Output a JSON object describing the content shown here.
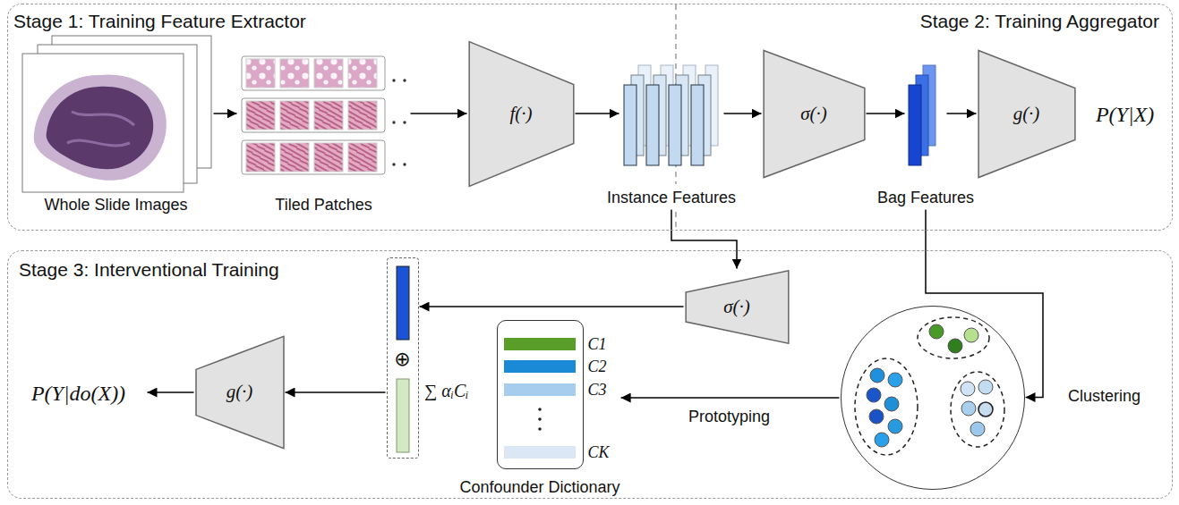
{
  "diagram": {
    "nodes": [
      {
        "text": [
          "Stage 1: Training Feature Extractor",
          "Stage 2: Training Aggregator"
        ]
      },
      {
        "text": [
          "Whole Slide Images"
        ],
        "in": 0
      },
      {
        "text": [
          "Tiled Patches"
        ],
        "in": 0
      },
      {
        "text": [
          "f(·)"
        ],
        "in": 0
      },
      {
        "text": [
          "Instance Features"
        ],
        "in": 0
      },
      {
        "text": [
          "σ(·)"
        ],
        "in": 0
      },
      {
        "text": [
          "Bag Features"
        ],
        "in": 0
      },
      {
        "text": [
          "g(·)"
        ],
        "in": 0
      },
      {
        "text": [
          "P(Y|X)"
        ],
        "in": 0
      },
      {
        "text": [
          "Stage 3: Interventional Training"
        ]
      },
      {
        "text": [
          "P(Y|do(X))"
        ],
        "in": 9
      },
      {
        "text": [
          "g(·)"
        ],
        "in": 9
      },
      {
        "text": [
          "⊕"
        ],
        "in": 9
      },
      {
        "text": [
          "C1",
          "C2",
          "C3",
          "CK",
          "Confounder Dictionary"
        ],
        "in": 9
      },
      {
        "text": [
          "σ(·)"
        ],
        "in": 9
      },
      {
        "text": [],
        "in": 9
      }
    ],
    "edges": [
      {
        "from": 1,
        "to": 2,
        "arrow": "to"
      },
      {
        "from": 2,
        "to": 3,
        "arrow": "to"
      },
      {
        "from": 3,
        "to": 4,
        "arrow": "to"
      },
      {
        "from": 4,
        "to": 5,
        "arrow": "to"
      },
      {
        "from": 5,
        "to": 6,
        "arrow": "to"
      },
      {
        "from": 6,
        "to": 7,
        "arrow": "to"
      },
      {
        "from": 4,
        "to": 14,
        "arrow": "to"
      },
      {
        "from": 14,
        "to": 12,
        "arrow": "to"
      },
      {
        "from": 6,
        "to": 15,
        "label": "Clustering",
        "arrow": "to"
      },
      {
        "from": 15,
        "to": 13,
        "label": "Prototyping",
        "arrow": "to"
      },
      {
        "from": 12,
        "to": 11,
        "arrow": "to"
      },
      {
        "from": 11,
        "to": 10,
        "arrow": "to"
      }
    ],
    "labels": [
      "∑ αᵢCᵢ"
    ]
  }
}
